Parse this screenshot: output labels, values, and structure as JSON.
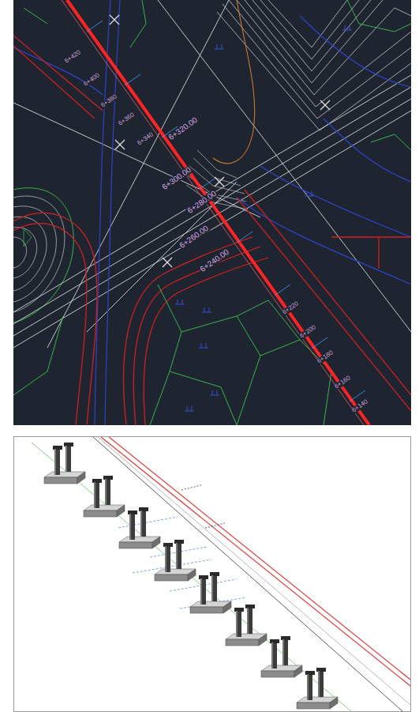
{
  "diagram": {
    "labels": [
      "6+420",
      "6+400",
      "6+380",
      "6+360",
      "6+340",
      "6+320.00",
      "6+300.00",
      "6+280.00",
      "6+260.00",
      "6+240.00",
      "6+220",
      "6+200",
      "6+180",
      "6+160",
      "6+140"
    ]
  }
}
